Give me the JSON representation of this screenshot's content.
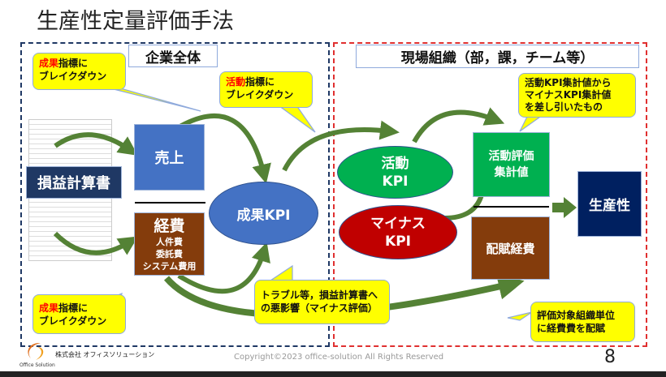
{
  "title": "生産性定量評価手法",
  "left_section": {
    "label": "企業全体",
    "callout_top": {
      "highlight": "成果",
      "rest": "指標に",
      "line2": "ブレイクダウン"
    },
    "callout_activity": {
      "highlight": "活動",
      "rest": "指標に",
      "line2": "ブレイクダウン"
    },
    "callout_bottom": {
      "highlight": "成果",
      "rest": "指標に",
      "line2": "ブレイクダウン"
    },
    "pl_statement": "損益計算書",
    "sales": "売上",
    "expenses": {
      "title": "経費",
      "items": [
        "人件費",
        "委託費",
        "システム費用"
      ]
    },
    "outcome_kpi": "成果KPI"
  },
  "right_section": {
    "label": "現場組織（部，課，チーム等）",
    "callout_aggregate": {
      "line1": "活動KPI集計値から",
      "line2": "マイナスKPI集計値",
      "line3": "を差し引いたもの"
    },
    "activity_kpi": {
      "line1": "活動",
      "line2": "KPI"
    },
    "minus_kpi": {
      "line1": "マイナス",
      "line2": "KPI"
    },
    "activity_eval": {
      "line1": "活動評価",
      "line2": "集計値"
    },
    "allocated_cost": "配賦経費",
    "productivity": "生産性",
    "callout_allocation": {
      "line1": "評価対象組織単位",
      "line2": "に経費費を配賦"
    }
  },
  "callout_trouble": {
    "line1": "トラブル等，損益計算書へ",
    "line2": "の悪影響（マイナス評価）"
  },
  "footer": {
    "company": "株式会社 オフィスソリューション",
    "logo_text": "Office Solution",
    "copyright": "Copyright©2023 office-solution All Rights Reserved",
    "page": "8"
  },
  "colors": {
    "navy": "#1f3864",
    "blue": "#4472c4",
    "brown": "#843c0c",
    "green": "#00b050",
    "red": "#c00000",
    "dark_navy": "#002060",
    "arrow": "#548235",
    "callout": "#ffff00"
  }
}
